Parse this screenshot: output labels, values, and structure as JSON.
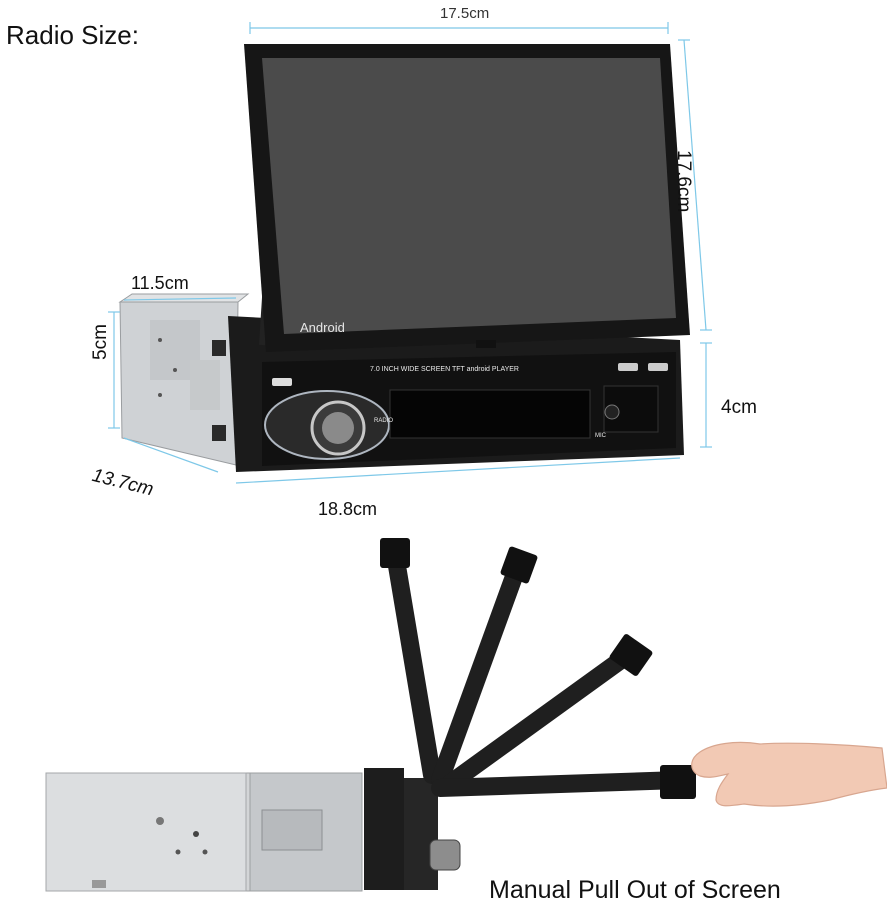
{
  "title": "Radio Size:",
  "caption": "Manual Pull Out of Screen",
  "dimensions": {
    "top_width": "17.5cm",
    "screen_height": "17.6cm",
    "body_depth": "11.5cm",
    "body_height": "5cm",
    "front_height": "4cm",
    "side_depth": "13.7cm",
    "front_width": "18.8cm"
  },
  "device": {
    "screen_brand": "Android",
    "panel_text": "7.0 INCH WIDE SCREEN TFT android PLAYER",
    "mic_label": "MIC",
    "radio_label": "RADIO"
  },
  "colors": {
    "dimension_line": "#7ec8e8",
    "device_body": "#1b1b1b",
    "screen": "#4a4a4a",
    "metal": "#d3d5d7",
    "arm": "#222222",
    "skin": "#f2c9b4"
  }
}
